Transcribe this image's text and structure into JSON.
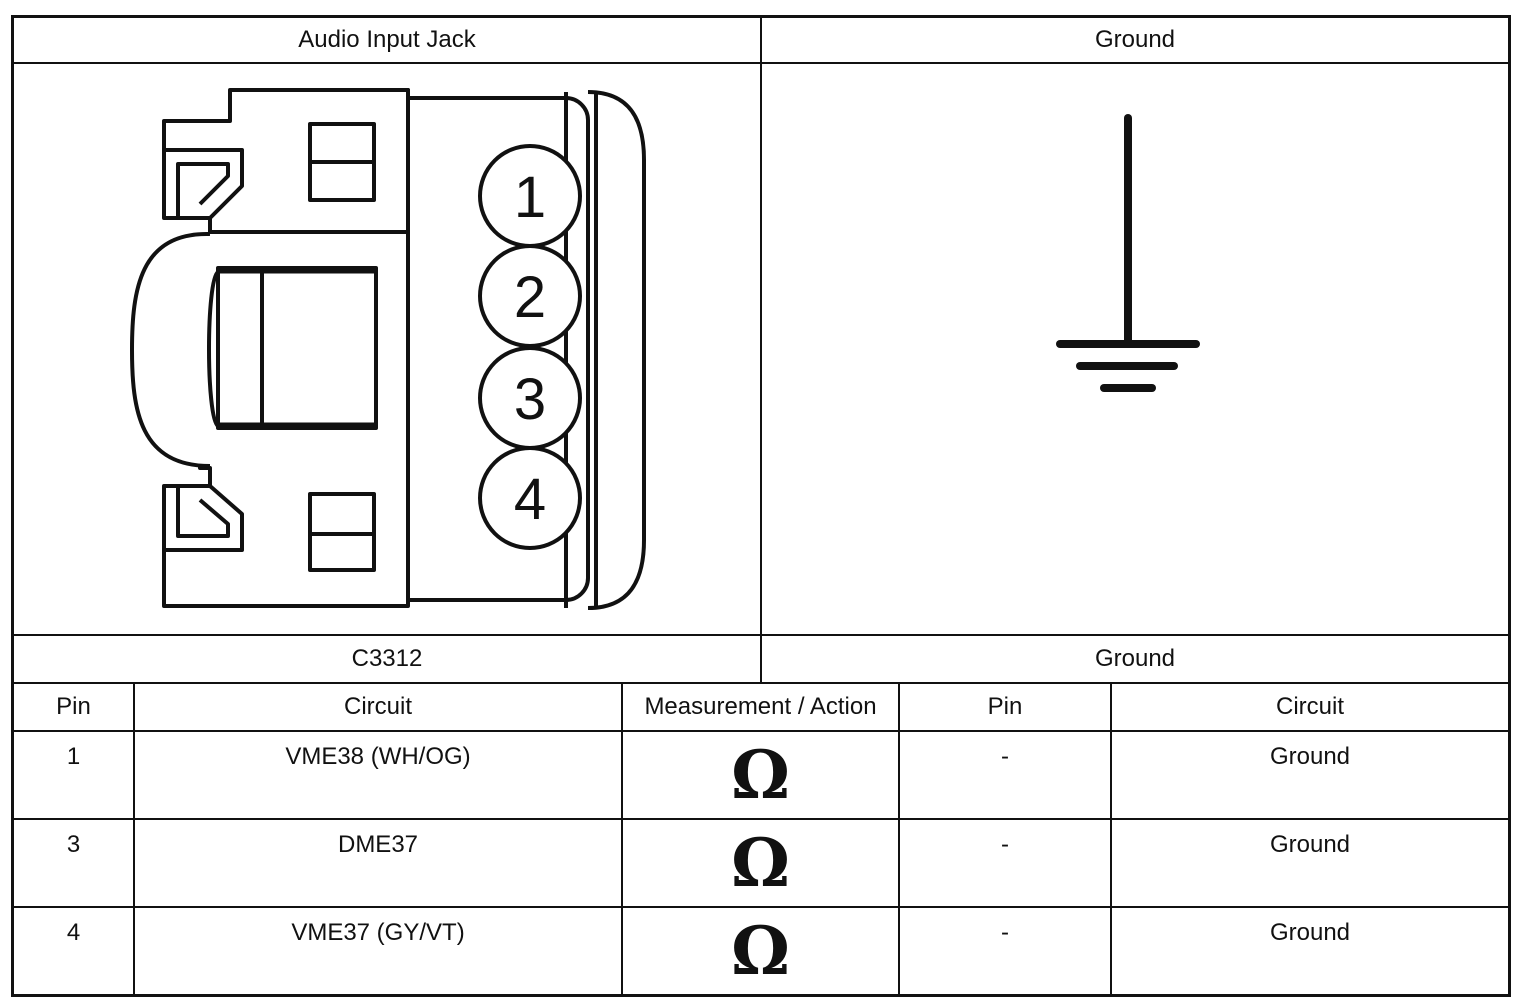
{
  "header": {
    "left_title": "Audio Input Jack",
    "right_title": "Ground"
  },
  "connector": {
    "pins": [
      "1",
      "2",
      "3",
      "4"
    ]
  },
  "labels": {
    "left_connector_id": "C3312",
    "right_connector_id": "Ground"
  },
  "table": {
    "columns": [
      "Pin",
      "Circuit",
      "Measurement / Action",
      "Pin",
      "Circuit"
    ],
    "rows": [
      {
        "pin": "1",
        "circuit": "VME38 (WH/OG)",
        "measurement": "Ω",
        "pin2": "-",
        "circuit2": "Ground"
      },
      {
        "pin": "3",
        "circuit": "DME37",
        "measurement": "Ω",
        "pin2": "-",
        "circuit2": "Ground"
      },
      {
        "pin": "4",
        "circuit": "VME37 (GY/VT)",
        "measurement": "Ω",
        "pin2": "-",
        "circuit2": "Ground"
      }
    ]
  }
}
